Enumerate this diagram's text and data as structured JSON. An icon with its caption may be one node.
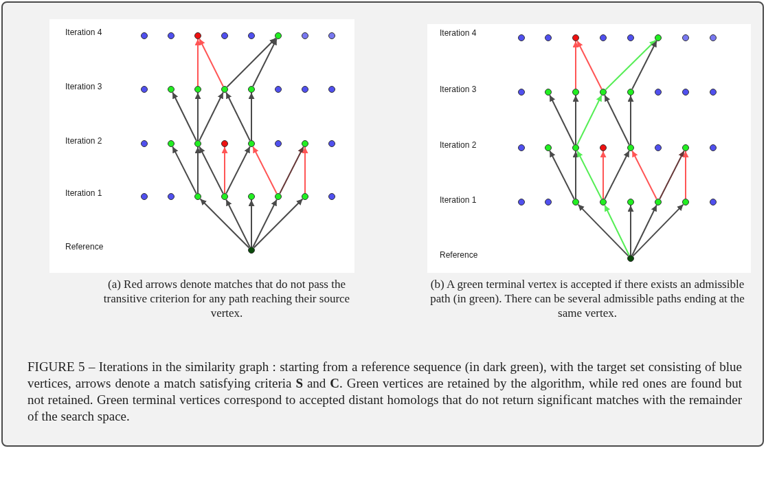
{
  "diagram": {
    "caption": "FIGURE 5 – Iterations in the similarity graph : starting from a reference sequence (in dark green), with the target set consisting of blue vertices, arrows denote a match satisfying criteria **S** and **C**. Green vertices are retained by the algorithm, while red ones are found but not retained. Green terminal vertices correspond to accepted distant homologs that do not return significant matches with the remainder of the search space.",
    "nodes": [
      {
        "text": [
          "Iteration 4",
          "Iteration 3",
          "Iteration 2",
          "Iteration 1",
          "Reference"
        ],
        "beside": [
          "(a) Red arrows denote matches that do not pass the transitive criterion for any path reaching their source vertex."
        ]
      },
      {
        "text": [],
        "shape": "circle",
        "in": 0
      },
      {
        "text": [],
        "shape": "circle",
        "in": 0
      },
      {
        "text": [],
        "shape": "circle",
        "in": 0
      },
      {
        "text": [],
        "shape": "circle",
        "in": 0
      },
      {
        "text": [],
        "shape": "circle",
        "in": 0
      },
      {
        "text": [],
        "shape": "circle",
        "in": 0
      },
      {
        "text": [],
        "shape": "circle",
        "in": 0
      },
      {
        "text": [],
        "shape": "circle",
        "in": 0
      },
      {
        "text": [],
        "shape": "circle",
        "in": 0
      },
      {
        "text": [],
        "shape": "circle",
        "in": 0
      },
      {
        "text": [],
        "shape": "circle",
        "in": 0
      },
      {
        "text": [],
        "shape": "circle",
        "in": 0
      },
      {
        "text": [],
        "shape": "circle",
        "in": 0
      },
      {
        "text": [],
        "shape": "circle",
        "in": 0
      },
      {
        "text": [],
        "shape": "circle",
        "in": 0
      },
      {
        "text": [],
        "shape": "circle",
        "in": 0
      },
      {
        "text": [],
        "shape": "circle",
        "in": 0
      },
      {
        "text": [],
        "shape": "circle",
        "in": 0
      },
      {
        "text": [],
        "shape": "circle",
        "in": 0
      },
      {
        "text": [],
        "shape": "circle",
        "in": 0
      },
      {
        "text": [],
        "shape": "circle",
        "in": 0
      },
      {
        "text": [],
        "shape": "circle",
        "in": 0
      },
      {
        "text": [],
        "shape": "circle",
        "in": 0
      },
      {
        "text": [],
        "shape": "circle",
        "in": 0
      },
      {
        "text": [],
        "shape": "circle",
        "in": 0
      },
      {
        "text": [],
        "shape": "circle",
        "in": 0
      },
      {
        "text": [],
        "shape": "circle",
        "in": 0
      },
      {
        "text": [],
        "shape": "circle",
        "in": 0
      },
      {
        "text": [],
        "shape": "circle",
        "in": 0
      },
      {
        "text": [],
        "shape": "circle",
        "in": 0
      },
      {
        "text": [],
        "shape": "circle",
        "in": 0
      },
      {
        "text": [],
        "shape": "circle",
        "in": 0
      },
      {
        "text": [],
        "shape": "circle",
        "in": 0
      },
      {
        "text": [
          "Iteration 4",
          "Iteration 3",
          "Iteration 2",
          "Iteration 1",
          "Reference"
        ],
        "beside": [
          "(b) A green terminal vertex is accepted if there exists an admissible path (in green). There can be several admissible paths ending at the same vertex."
        ]
      },
      {
        "text": [],
        "shape": "circle",
        "in": 34
      },
      {
        "text": [],
        "shape": "circle",
        "in": 34
      },
      {
        "text": [],
        "shape": "circle",
        "in": 34
      },
      {
        "text": [],
        "shape": "circle",
        "in": 34
      },
      {
        "text": [],
        "shape": "circle",
        "in": 34
      },
      {
        "text": [],
        "shape": "circle",
        "in": 34
      },
      {
        "text": [],
        "shape": "circle",
        "in": 34
      },
      {
        "text": [],
        "shape": "circle",
        "in": 34
      },
      {
        "text": [],
        "shape": "circle",
        "in": 34
      },
      {
        "text": [],
        "shape": "circle",
        "in": 34
      },
      {
        "text": [],
        "shape": "circle",
        "in": 34
      },
      {
        "text": [],
        "shape": "circle",
        "in": 34
      },
      {
        "text": [],
        "shape": "circle",
        "in": 34
      },
      {
        "text": [],
        "shape": "circle",
        "in": 34
      },
      {
        "text": [],
        "shape": "circle",
        "in": 34
      },
      {
        "text": [],
        "shape": "circle",
        "in": 34
      },
      {
        "text": [],
        "shape": "circle",
        "in": 34
      },
      {
        "text": [],
        "shape": "circle",
        "in": 34
      },
      {
        "text": [],
        "shape": "circle",
        "in": 34
      },
      {
        "text": [],
        "shape": "circle",
        "in": 34
      },
      {
        "text": [],
        "shape": "circle",
        "in": 34
      },
      {
        "text": [],
        "shape": "circle",
        "in": 34
      },
      {
        "text": [],
        "shape": "circle",
        "in": 34
      },
      {
        "text": [],
        "shape": "circle",
        "in": 34
      },
      {
        "text": [],
        "shape": "circle",
        "in": 34
      },
      {
        "text": [],
        "shape": "circle",
        "in": 34
      },
      {
        "text": [],
        "shape": "circle",
        "in": 34
      },
      {
        "text": [],
        "shape": "circle",
        "in": 34
      },
      {
        "text": [],
        "shape": "circle",
        "in": 34
      },
      {
        "text": [],
        "shape": "circle",
        "in": 34
      },
      {
        "text": [],
        "shape": "circle",
        "in": 34
      },
      {
        "text": [],
        "shape": "circle",
        "in": 34
      },
      {
        "text": [],
        "shape": "circle",
        "in": 34
      }
    ],
    "edges": [
      {
        "from": 33,
        "to": 27,
        "arrow": "to"
      },
      {
        "from": 33,
        "to": 28,
        "arrow": "to"
      },
      {
        "from": 33,
        "to": 29,
        "arrow": "to"
      },
      {
        "from": 33,
        "to": 30,
        "arrow": "to"
      },
      {
        "from": 33,
        "to": 31,
        "arrow": "to"
      },
      {
        "from": 27,
        "to": 18,
        "arrow": "to"
      },
      {
        "from": 27,
        "to": 19,
        "arrow": "to"
      },
      {
        "from": 28,
        "to": 19,
        "arrow": "to"
      },
      {
        "from": 28,
        "to": 20,
        "arrow": "to",
        "color": "#ff5555"
      },
      {
        "from": 28,
        "to": 21,
        "arrow": "to"
      },
      {
        "from": 30,
        "to": 21,
        "arrow": "to",
        "color": "#ff5555"
      },
      {
        "from": 30,
        "to": 23,
        "arrow": "to",
        "color": "#663838"
      },
      {
        "from": 31,
        "to": 23,
        "arrow": "to",
        "color": "#ff5555"
      },
      {
        "from": 19,
        "to": 10,
        "arrow": "to"
      },
      {
        "from": 19,
        "to": 11,
        "arrow": "to"
      },
      {
        "from": 19,
        "to": 12,
        "arrow": "to"
      },
      {
        "from": 21,
        "to": 12,
        "arrow": "to"
      },
      {
        "from": 21,
        "to": 13,
        "arrow": "to"
      },
      {
        "from": 11,
        "to": 3,
        "arrow": "to",
        "color": "#ff5555"
      },
      {
        "from": 12,
        "to": 3,
        "arrow": "to",
        "color": "#ff5555"
      },
      {
        "from": 12,
        "to": 6,
        "arrow": "to"
      },
      {
        "from": 13,
        "to": 6,
        "arrow": "to"
      },
      {
        "from": 67,
        "to": 61,
        "arrow": "to"
      },
      {
        "from": 67,
        "to": 62,
        "arrow": "to",
        "color": "#55ee55"
      },
      {
        "from": 67,
        "to": 63,
        "arrow": "to"
      },
      {
        "from": 67,
        "to": 64,
        "arrow": "to"
      },
      {
        "from": 67,
        "to": 65,
        "arrow": "to"
      },
      {
        "from": 61,
        "to": 52,
        "arrow": "to"
      },
      {
        "from": 61,
        "to": 53,
        "arrow": "to"
      },
      {
        "from": 62,
        "to": 53,
        "arrow": "to",
        "color": "#55ee55"
      },
      {
        "from": 62,
        "to": 54,
        "arrow": "to",
        "color": "#ff5555"
      },
      {
        "from": 62,
        "to": 55,
        "arrow": "to"
      },
      {
        "from": 64,
        "to": 55,
        "arrow": "to",
        "color": "#ff5555"
      },
      {
        "from": 64,
        "to": 57,
        "arrow": "to",
        "color": "#663838"
      },
      {
        "from": 65,
        "to": 57,
        "arrow": "to",
        "color": "#ff5555"
      },
      {
        "from": 53,
        "to": 44,
        "arrow": "to"
      },
      {
        "from": 53,
        "to": 45,
        "arrow": "to"
      },
      {
        "from": 53,
        "to": 46,
        "arrow": "to",
        "color": "#55ee55"
      },
      {
        "from": 55,
        "to": 46,
        "arrow": "to"
      },
      {
        "from": 55,
        "to": 47,
        "arrow": "to"
      },
      {
        "from": 45,
        "to": 37,
        "arrow": "to",
        "color": "#ff5555"
      },
      {
        "from": 46,
        "to": 37,
        "arrow": "to",
        "color": "#ff5555"
      },
      {
        "from": 46,
        "to": 40,
        "arrow": "to",
        "color": "#55ee55"
      },
      {
        "from": 47,
        "to": 40,
        "arrow": "to"
      }
    ]
  }
}
